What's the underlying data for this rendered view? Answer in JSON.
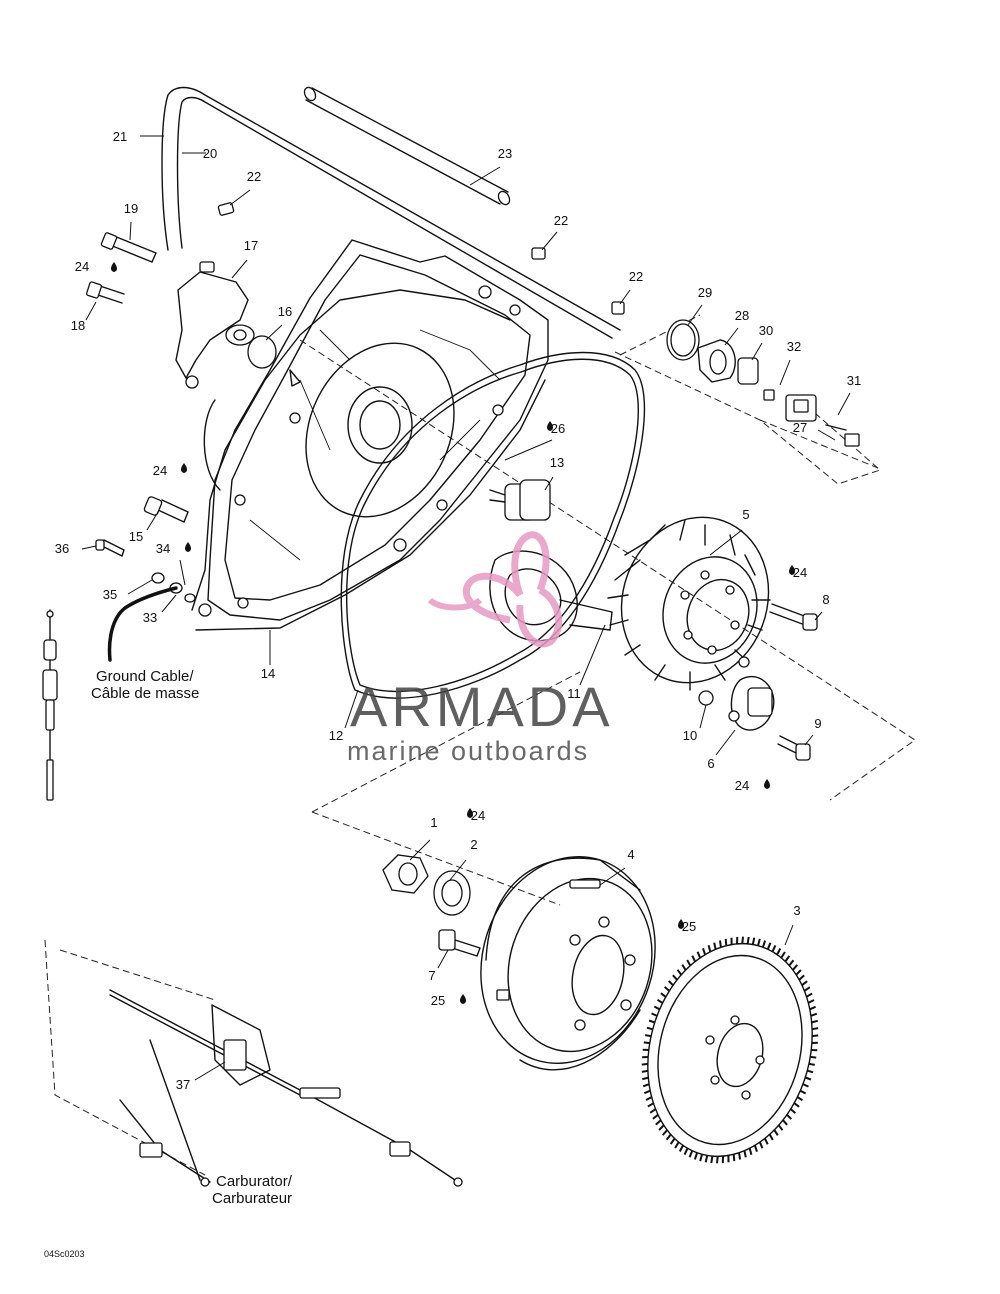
{
  "part_labels": [
    {
      "id": "1",
      "text": "1"
    },
    {
      "id": "2",
      "text": "2"
    },
    {
      "id": "3",
      "text": "3"
    },
    {
      "id": "4",
      "text": "4"
    },
    {
      "id": "5",
      "text": "5"
    },
    {
      "id": "6",
      "text": "6"
    },
    {
      "id": "7",
      "text": "7"
    },
    {
      "id": "8",
      "text": "8"
    },
    {
      "id": "9",
      "text": "9"
    },
    {
      "id": "10",
      "text": "10"
    },
    {
      "id": "11",
      "text": "11"
    },
    {
      "id": "12",
      "text": "12"
    },
    {
      "id": "13",
      "text": "13"
    },
    {
      "id": "14",
      "text": "14"
    },
    {
      "id": "15",
      "text": "15"
    },
    {
      "id": "16",
      "text": "16"
    },
    {
      "id": "17",
      "text": "17"
    },
    {
      "id": "18",
      "text": "18"
    },
    {
      "id": "19",
      "text": "19"
    },
    {
      "id": "20",
      "text": "20"
    },
    {
      "id": "21",
      "text": "21"
    },
    {
      "id": "22a",
      "text": "22"
    },
    {
      "id": "22b",
      "text": "22"
    },
    {
      "id": "22c",
      "text": "22"
    },
    {
      "id": "23",
      "text": "23"
    },
    {
      "id": "24a",
      "text": "24"
    },
    {
      "id": "24b",
      "text": "24"
    },
    {
      "id": "24c",
      "text": "24"
    },
    {
      "id": "24d",
      "text": "24"
    },
    {
      "id": "24e",
      "text": "24"
    },
    {
      "id": "25a",
      "text": "25"
    },
    {
      "id": "25b",
      "text": "25"
    },
    {
      "id": "26",
      "text": "26"
    },
    {
      "id": "27",
      "text": "27"
    },
    {
      "id": "28",
      "text": "28"
    },
    {
      "id": "29",
      "text": "29"
    },
    {
      "id": "30",
      "text": "30"
    },
    {
      "id": "31",
      "text": "31"
    },
    {
      "id": "32",
      "text": "32"
    },
    {
      "id": "33",
      "text": "33"
    },
    {
      "id": "34",
      "text": "34"
    },
    {
      "id": "35",
      "text": "35"
    },
    {
      "id": "36",
      "text": "36"
    },
    {
      "id": "37",
      "text": "37"
    }
  ],
  "captions": {
    "ground_cable_en": "Ground Cable/",
    "ground_cable_fr": "Câble de masse",
    "carburator_en": "Carburator/",
    "carburator_fr": "Carburateur"
  },
  "diagram_code": "04Sc0203",
  "watermark": {
    "brand": "ARMADA",
    "tagline": "marine outboards",
    "brand_color": "#444444",
    "logo_color": "#e79bc4"
  },
  "colors": {
    "ink": "#111111",
    "background": "#ffffff"
  }
}
